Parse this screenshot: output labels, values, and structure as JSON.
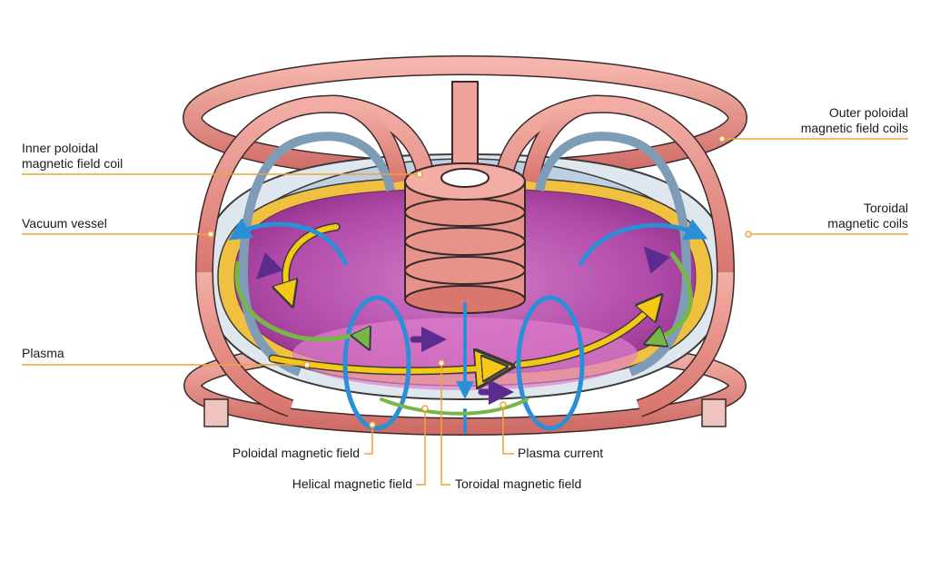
{
  "labels": {
    "inner_poloidal": [
      "Inner poloidal",
      "magnetic field coil"
    ],
    "vacuum_vessel": "Vacuum vessel",
    "plasma": "Plasma",
    "outer_poloidal": [
      "Outer poloidal",
      "magnetic field coils"
    ],
    "toroidal_coils": [
      "Toroidal",
      "magnetic coils"
    ],
    "poloidal_field": "Poloidal magnetic field",
    "helical_field": "Helical magnetic field",
    "toroidal_field": "Toroidal magnetic field",
    "plasma_current": "Plasma current"
  },
  "colors": {
    "coil": "#e8938a",
    "coil_dark": "#b45a55",
    "vessel": "#8ba5bd",
    "plasma": "#b04aa8",
    "plasma_light": "#d27cc8",
    "yellow": "#f5c816",
    "blue_arrow": "#2a8fd6",
    "green_arrow": "#78b648",
    "purple_arrow": "#5b2b8e",
    "leader": "#f0a23a"
  },
  "icons": [
    "torus-coil-diagram"
  ]
}
